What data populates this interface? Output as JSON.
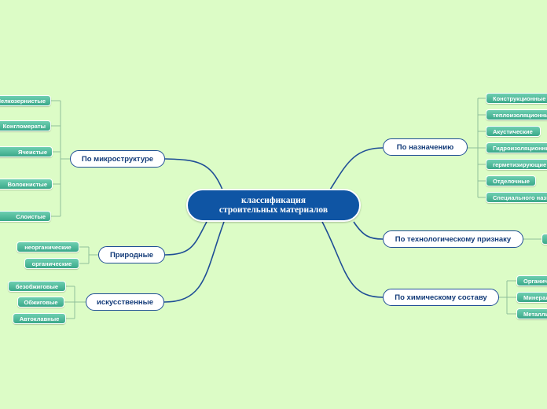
{
  "root": {
    "line1": "классификация",
    "line2": "строительных материалов"
  },
  "branches": {
    "microstructure": {
      "label": "По микроструктуре",
      "items": [
        "Мелкозернистые",
        "Конгломераты",
        "Ячеистые",
        "Волокнистые",
        "Слоистые"
      ]
    },
    "natural": {
      "label": "Природные",
      "items": [
        "неорганические",
        "органические"
      ]
    },
    "artificial": {
      "label": "искусственные",
      "items": [
        "безобжиговые",
        "Обжиговые",
        "Автоклавные"
      ]
    },
    "purpose": {
      "label": "По назначению",
      "items": [
        "Конструкционные",
        "теплоизоляционные",
        "Акустические",
        "Гидроизоляционные",
        "герметизирующие",
        "Отделочные",
        "Специального назначения"
      ]
    },
    "technological": {
      "label": "По технологическому признаку"
    },
    "chemical": {
      "label": "По химическому составу",
      "items": [
        "Органические",
        "Минеральные",
        "Металлические"
      ]
    }
  },
  "colors": {
    "background": "#dcfcc6",
    "root_fill": "#0f55a4",
    "branch_border": "#1f4e96",
    "leaf_fill": "#4fbd9c"
  }
}
